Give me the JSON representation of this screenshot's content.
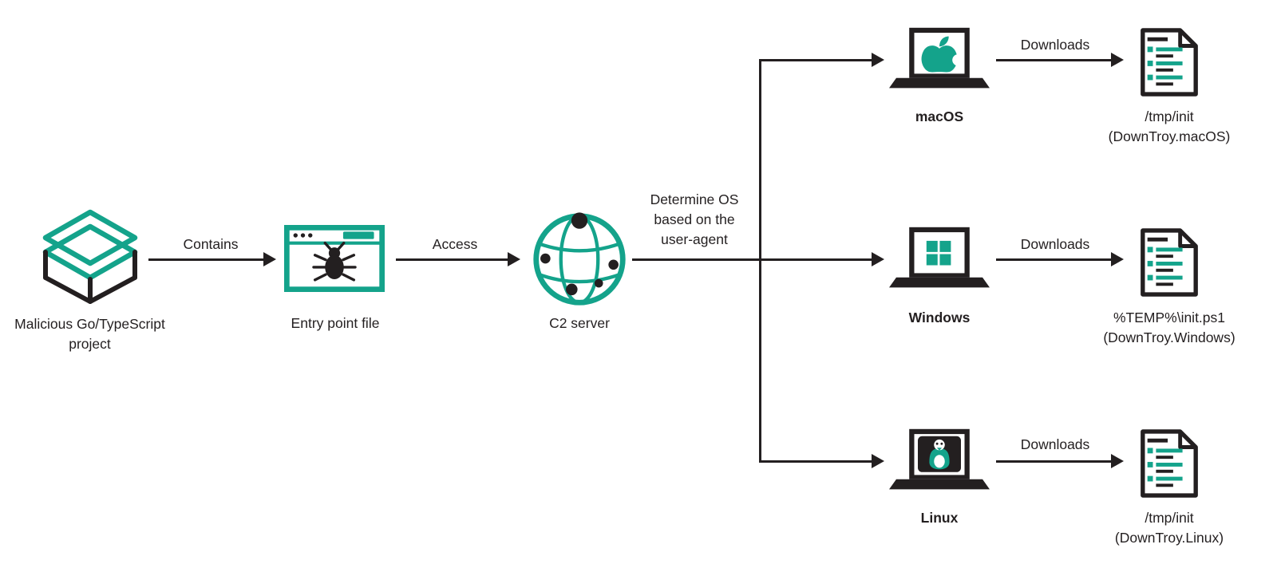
{
  "title": "Malicious project infection chain diagram",
  "colors": {
    "accent": "#14a38b",
    "ink": "#231f20",
    "background": "#ffffff"
  },
  "nodes": {
    "project": {
      "label": "Malicious Go/TypeScript\nproject",
      "icon": "open-box-icon"
    },
    "entry_point": {
      "label": "Entry point file",
      "icon": "browser-bug-icon"
    },
    "c2_server": {
      "label": "C2 server",
      "icon": "globe-network-icon"
    },
    "macos": {
      "label": "macOS",
      "icon": "laptop-apple-icon"
    },
    "windows": {
      "label": "Windows",
      "icon": "laptop-windows-icon"
    },
    "linux": {
      "label": "Linux",
      "icon": "laptop-linux-icon"
    },
    "payload_macos": {
      "label": "/tmp/init\n(DownTroy.macOS)",
      "icon": "document-icon"
    },
    "payload_windows": {
      "label": "%TEMP%\\init.ps1\n(DownTroy.Windows)",
      "icon": "document-icon"
    },
    "payload_linux": {
      "label": "/tmp/init\n(DownTroy.Linux)",
      "icon": "document-icon"
    }
  },
  "edges": {
    "contains": {
      "label": "Contains"
    },
    "access": {
      "label": "Access"
    },
    "determine_os": {
      "label": "Determine OS\nbased on the\nuser-agent"
    },
    "downloads_macos": {
      "label": "Downloads"
    },
    "downloads_windows": {
      "label": "Downloads"
    },
    "downloads_linux": {
      "label": "Downloads"
    }
  }
}
